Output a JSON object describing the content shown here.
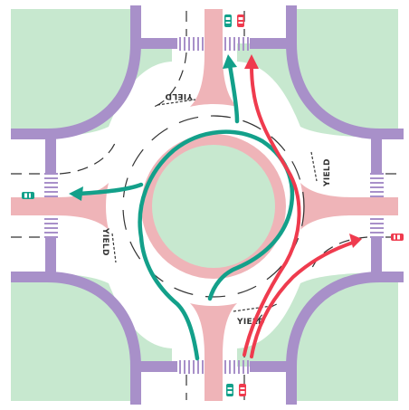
{
  "labels": {
    "yield_north": "YIELD",
    "yield_east": "YIELD",
    "yield_south": "YIELD",
    "yield_west": "YIELD"
  },
  "colors": {
    "grass": "#c7e8cf",
    "sidewalk": "#a890c9",
    "road": "#ffffff",
    "island": "#efb4b8",
    "center_ring": "#efb4b8",
    "crosswalk": "#a890c9",
    "teal_route": "#13a08a",
    "red_route": "#ef3b4e",
    "car_teal": "#13a08a",
    "car_red": "#ef3b4e",
    "lane_line": "#333333"
  },
  "icons": {
    "car": "car-icon",
    "arrow": "arrow-head-icon"
  }
}
